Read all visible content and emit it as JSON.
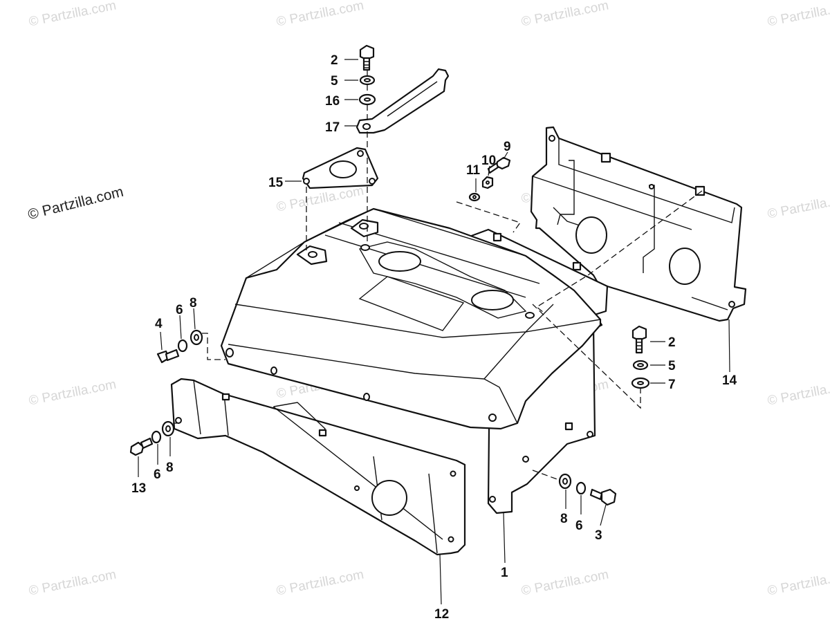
{
  "watermarks": {
    "text": "© Partzilla.com",
    "main_text": "© Partzilla.com",
    "color": "#d6d6d6"
  },
  "callouts": {
    "c1": "1",
    "c2a": "2",
    "c2b": "2",
    "c3": "3",
    "c4": "4",
    "c5a": "5",
    "c5b": "5",
    "c6a": "6",
    "c6b": "6",
    "c6c": "6",
    "c7": "7",
    "c8a": "8",
    "c8b": "8",
    "c8c": "8",
    "c9": "9",
    "c10": "10",
    "c11": "11",
    "c12": "12",
    "c13": "13",
    "c14": "14",
    "c15": "15",
    "c16": "16",
    "c17": "17"
  }
}
